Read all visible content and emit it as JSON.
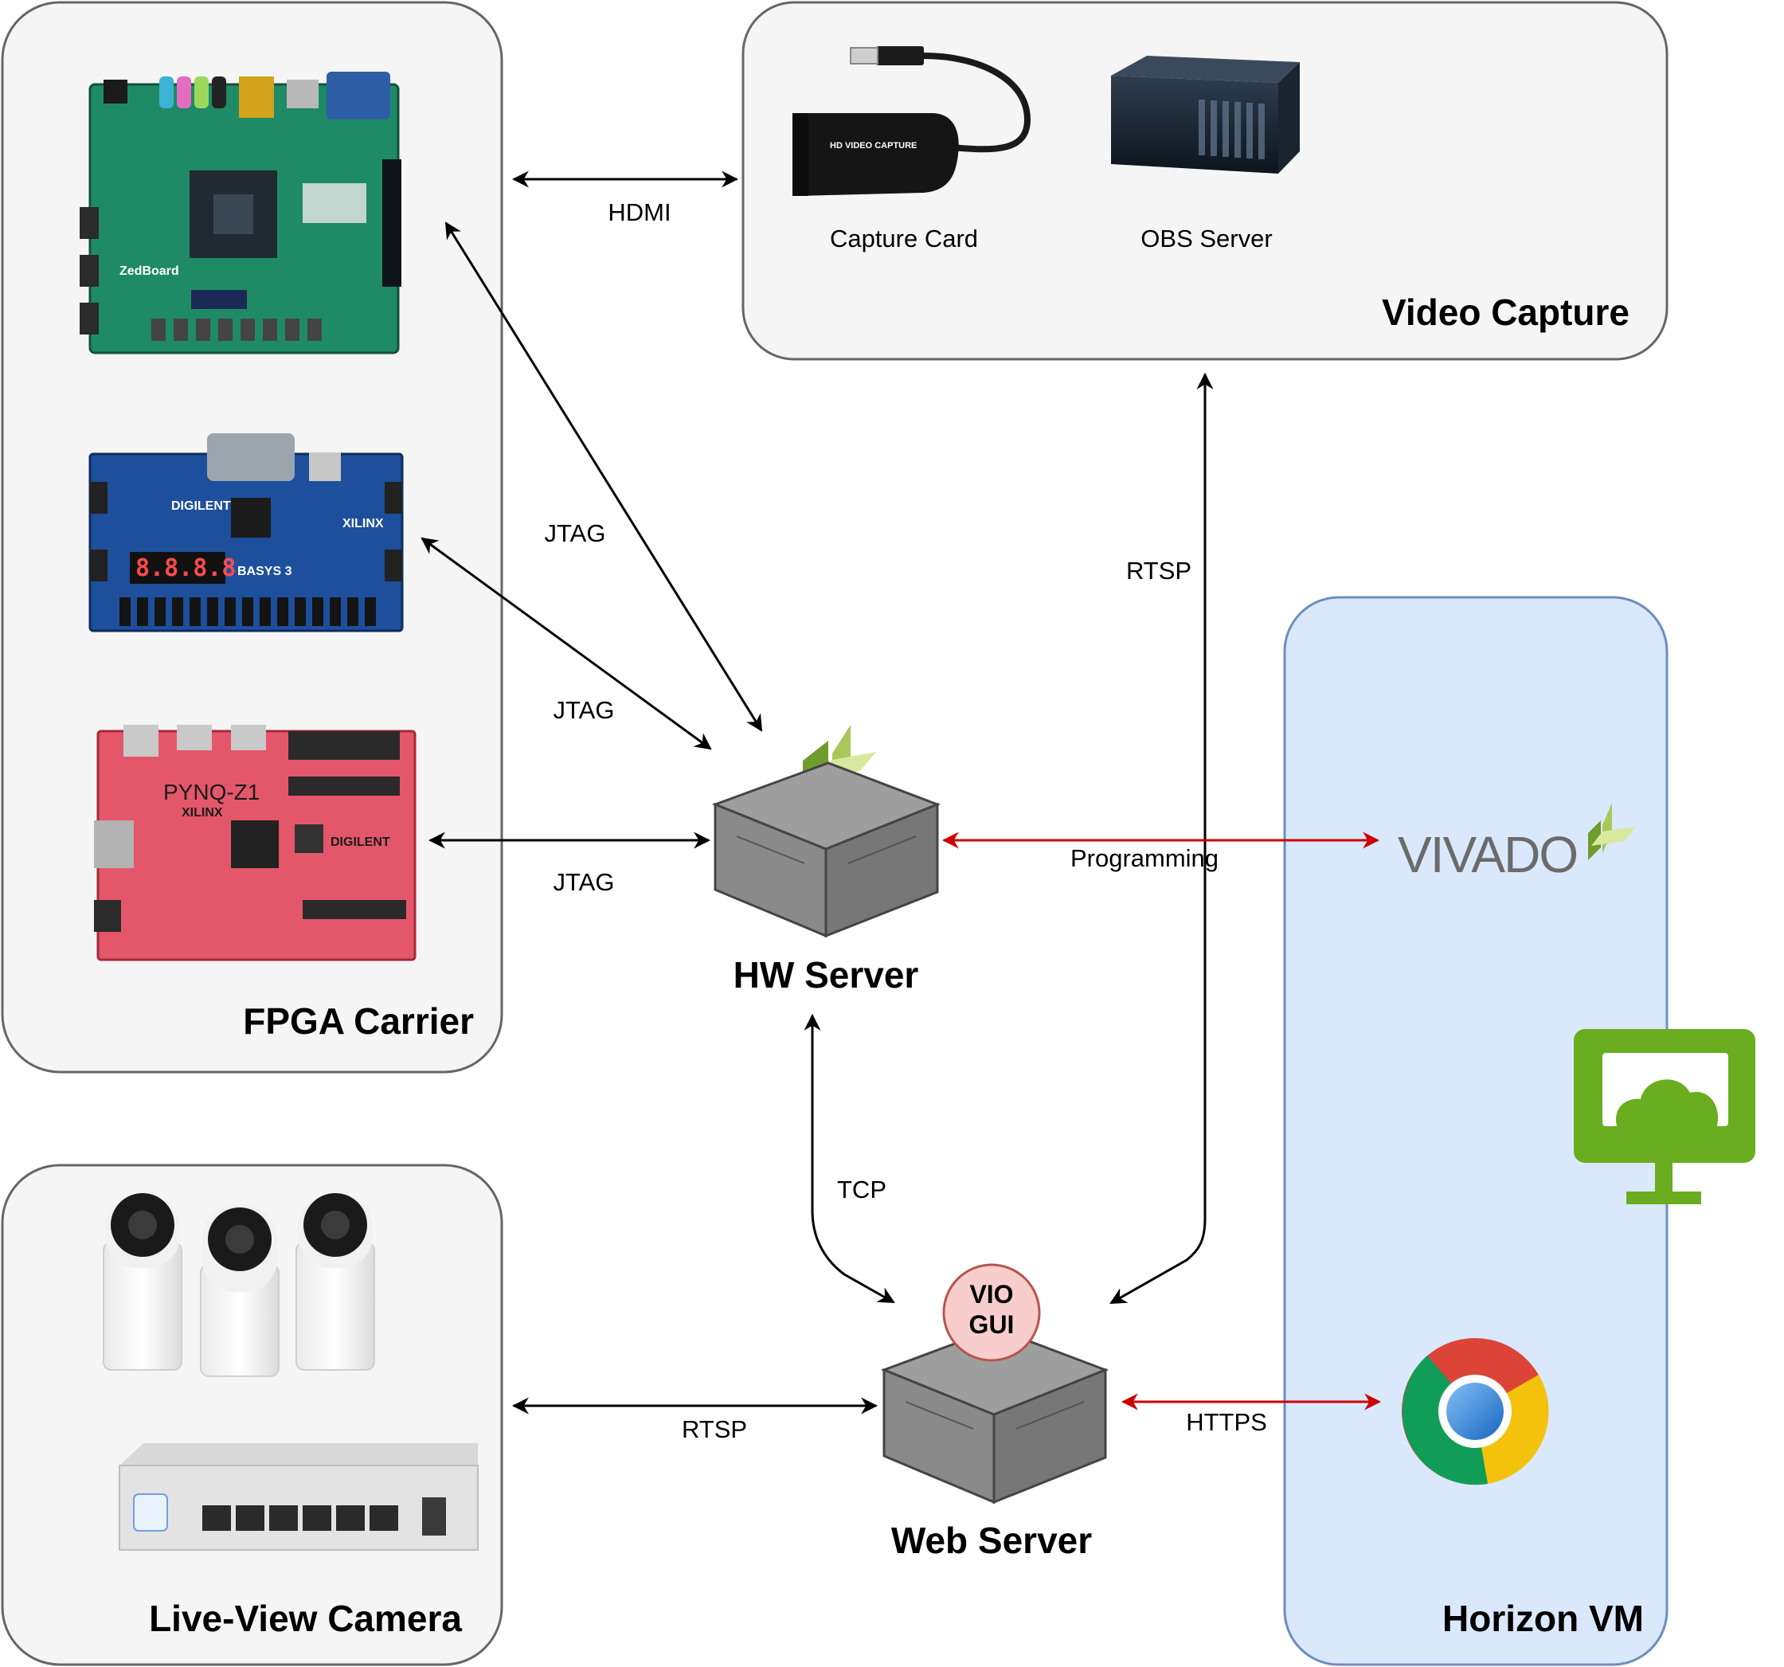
{
  "groups": {
    "fpga_carrier": "FPGA Carrier",
    "video_capture": "Video Capture",
    "live_view_camera": "Live-View Camera",
    "horizon_vm": "Horizon VM"
  },
  "video_capture_items": {
    "capture_card": "Capture Card",
    "obs_server": "OBS Server",
    "capture_card_print": "HD VIDEO CAPTURE"
  },
  "boards": {
    "zedboard": "ZedBoard",
    "basys3": "BASYS 3",
    "basys3_display": "8.8.8.8",
    "pynq": "PYNQ-Z1",
    "xilinx": "XILINX",
    "digilent": "DIGILENT"
  },
  "nodes": {
    "hw_server": "HW Server",
    "web_server": "Web Server",
    "vio_gui_line1": "VIO",
    "vio_gui_line2": "GUI"
  },
  "apps": {
    "vivado": "VIVADO"
  },
  "edges": {
    "hdmi": "HDMI",
    "jtag_1": "JTAG",
    "jtag_2": "JTAG",
    "jtag_3": "JTAG",
    "rtsp_capture": "RTSP",
    "programming": "Programming",
    "tcp": "TCP",
    "rtsp_camera": "RTSP",
    "https": "HTTPS"
  },
  "colors": {
    "group_fill": "#f5f5f5",
    "group_stroke": "#666666",
    "vm_fill": "#dae8fc",
    "vm_stroke": "#6c8ebf",
    "edge_black": "#000000",
    "edge_red": "#cc0000",
    "badge_fill": "#f8cecc",
    "badge_stroke": "#b85450",
    "server_top": "#9e9e9e",
    "server_side": "#7a7a7a",
    "vmware_green": "#6aad20"
  }
}
